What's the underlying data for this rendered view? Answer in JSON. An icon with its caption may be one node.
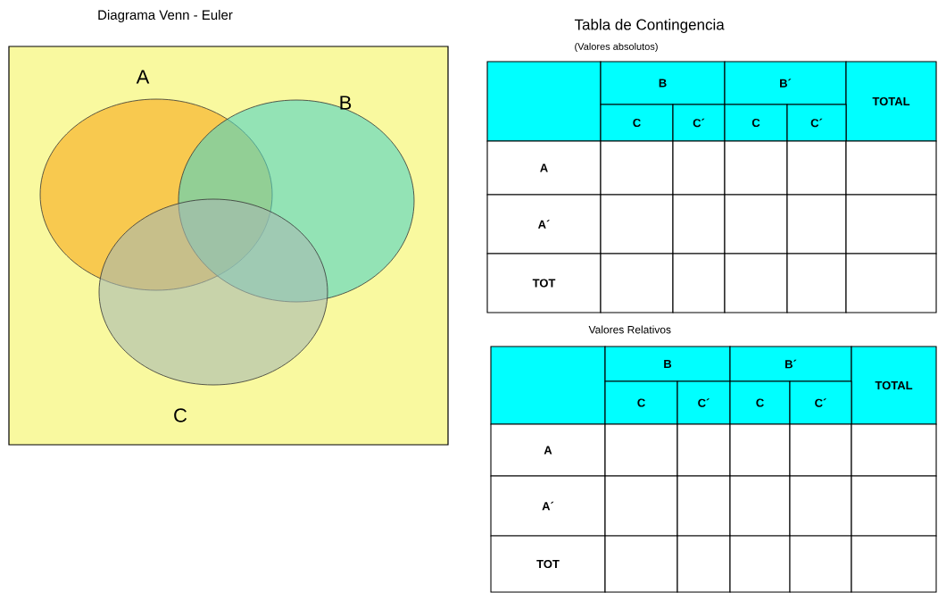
{
  "diagram": {
    "nodes": [
      {
        "text": [
          "Diagrama Venn - Euler"
        ]
      },
      {
        "text": [
          "A"
        ],
        "in": 0
      },
      {
        "text": [
          "B"
        ],
        "in": 0
      },
      {
        "text": [
          "C"
        ],
        "in": 0
      }
    ],
    "labels": [
      "Tabla de Contingencia",
      "(Valores absolutos)",
      "B",
      "B´",
      "TOTAL",
      "C",
      "C´",
      "C",
      "C´",
      "A",
      "A´",
      "TOT",
      "Valores  Relativos",
      "B",
      "B´",
      "TOTAL",
      "C",
      "C´",
      "C",
      "C´",
      "A",
      "A´",
      "TOT"
    ]
  }
}
